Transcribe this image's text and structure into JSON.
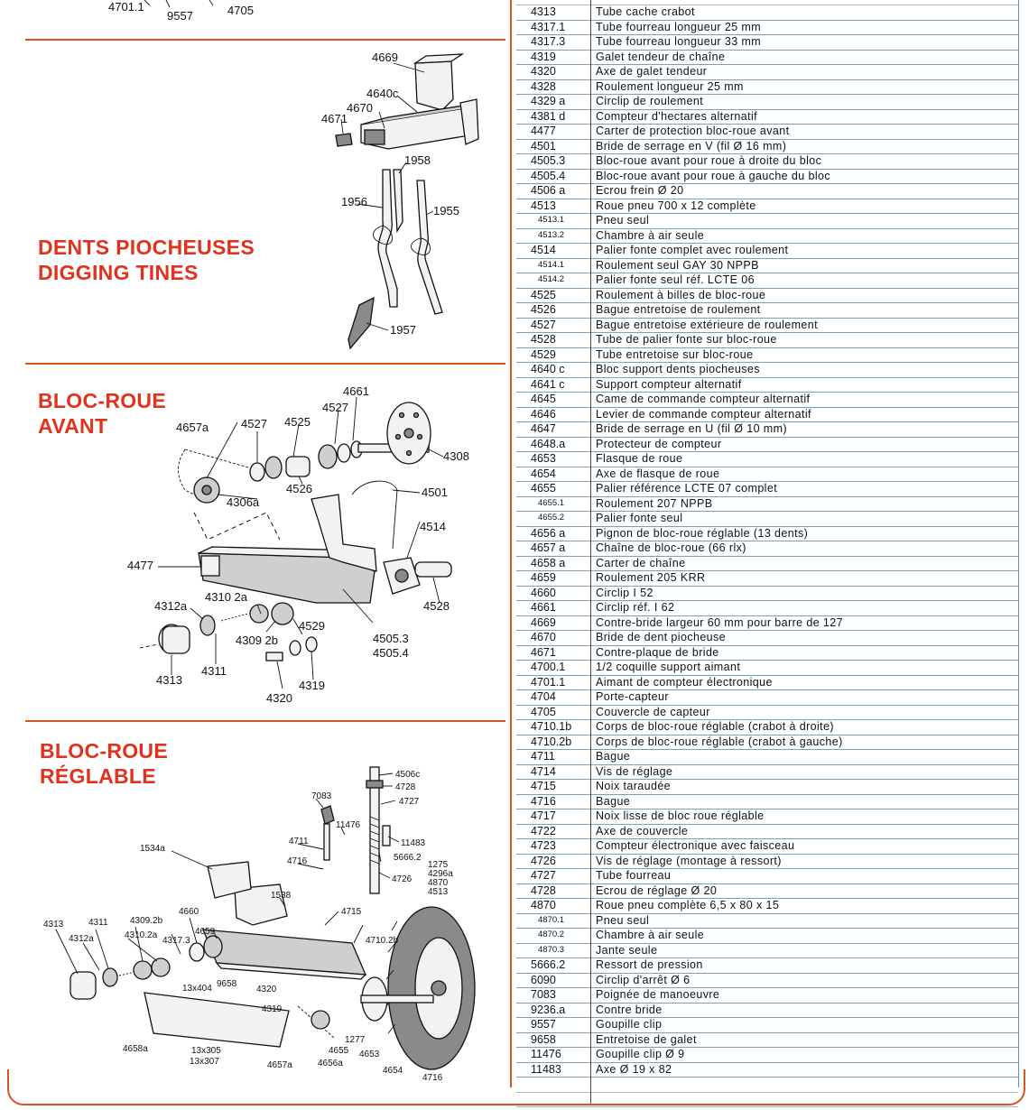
{
  "sections": {
    "dents": {
      "line1": "DENTS PIOCHEUSES",
      "line2": "DIGGING TINES"
    },
    "avant": {
      "line1": "BLOC-ROUE",
      "line2": "AVANT"
    },
    "reglable": {
      "line1": "BLOC-ROUE",
      "line2": "RÉGLABLE"
    }
  },
  "top_fragment_labels": [
    "4701.1",
    "9557",
    "4705"
  ],
  "dents_labels": [
    "4669",
    "4640c",
    "4670",
    "4671",
    "1958",
    "1956",
    "1955",
    "1957"
  ],
  "avant_labels": [
    "4661",
    "4527",
    "4525",
    "4527",
    "4657a",
    "4308",
    "4526",
    "4306a",
    "4501",
    "4514",
    "4477",
    "4310 2a",
    "4312a",
    "4309 2b",
    "4529",
    "4528",
    "4505.3",
    "4505.4",
    "4311",
    "4313",
    "4319",
    "4320"
  ],
  "reglable_labels": [
    "4506c",
    "4728",
    "7083",
    "4727",
    "11476",
    "11483",
    "4711",
    "5666.2",
    "1534a",
    "4716",
    "1275",
    "4296a",
    "4870",
    "4726",
    "4513",
    "1538",
    "4715",
    "4313",
    "4311",
    "4309.2b",
    "4660",
    "4310.2a",
    "4317.3",
    "4312a",
    "4659",
    "4710.2b",
    "9658",
    "13x404",
    "4320",
    "4319",
    "4658a",
    "13x305",
    "13x307",
    "4657a",
    "4655",
    "4656a",
    "1277",
    "4653",
    "4654",
    "4716"
  ],
  "parts_table": [
    {
      "code": "4313",
      "desc": "Tube cache crabot"
    },
    {
      "code": "4317.1",
      "desc": "Tube fourreau longueur 25 mm"
    },
    {
      "code": "4317.3",
      "desc": "Tube fourreau longueur 33 mm"
    },
    {
      "code": "4319",
      "desc": "Galet tendeur de chaîne"
    },
    {
      "code": "4320",
      "desc": "Axe de galet tendeur"
    },
    {
      "code": "4328",
      "desc": "Roulement longueur 25 mm"
    },
    {
      "code": "4329 a",
      "desc": "Circlip de roulement"
    },
    {
      "code": "4381 d",
      "desc": "Compteur d'hectares alternatif"
    },
    {
      "code": "4477",
      "desc": "Carter de protection bloc-roue avant"
    },
    {
      "code": "4501",
      "desc": "Bride de serrage en V (fil Ø 16 mm)"
    },
    {
      "code": "4505.3",
      "desc": "Bloc-roue avant pour roue à droite du bloc"
    },
    {
      "code": "4505.4",
      "desc": "Bloc-roue avant pour roue à gauche du bloc"
    },
    {
      "code": "4506 a",
      "desc": "Ecrou frein Ø 20"
    },
    {
      "code": "4513",
      "desc": "Roue pneu 700 x 12 complète"
    },
    {
      "code": "4513.1",
      "desc": "Pneu seul",
      "small": true
    },
    {
      "code": "4513.2",
      "desc": "Chambre à air seule",
      "small": true
    },
    {
      "code": "4514",
      "desc": "Palier fonte complet avec roulement"
    },
    {
      "code": "4514.1",
      "desc": "Roulement seul GAY 30 NPPB",
      "small": true
    },
    {
      "code": "4514.2",
      "desc": "Palier fonte seul réf. LCTE 06",
      "small": true
    },
    {
      "code": "4525",
      "desc": "Roulement à billes de bloc-roue"
    },
    {
      "code": "4526",
      "desc": "Bague entretoise de roulement"
    },
    {
      "code": "4527",
      "desc": "Bague entretoise extérieure de roulement"
    },
    {
      "code": "4528",
      "desc": "Tube de palier fonte sur bloc-roue"
    },
    {
      "code": "4529",
      "desc": "Tube entretoise sur bloc-roue"
    },
    {
      "code": "4640 c",
      "desc": "Bloc support dents piocheuses"
    },
    {
      "code": "4641 c",
      "desc": "Support compteur alternatif"
    },
    {
      "code": "4645",
      "desc": "Came de commande compteur alternatif"
    },
    {
      "code": "4646",
      "desc": "Levier de commande compteur alternatif"
    },
    {
      "code": "4647",
      "desc": "Bride de serrage en U (fil Ø 10 mm)"
    },
    {
      "code": "4648.a",
      "desc": "Protecteur de compteur"
    },
    {
      "code": "4653",
      "desc": "Flasque de roue"
    },
    {
      "code": "4654",
      "desc": "Axe de flasque de roue"
    },
    {
      "code": "4655",
      "desc": "Palier référence LCTE 07 complet"
    },
    {
      "code": "4655.1",
      "desc": "Roulement 207 NPPB",
      "small": true
    },
    {
      "code": "4655.2",
      "desc": "Palier fonte seul",
      "small": true
    },
    {
      "code": "4656 a",
      "desc": "Pignon de bloc-roue réglable (13 dents)"
    },
    {
      "code": "4657 a",
      "desc": "Chaîne de bloc-roue (66 rlx)"
    },
    {
      "code": "4658 a",
      "desc": "Carter de chaîne"
    },
    {
      "code": "4659",
      "desc": "Roulement 205 KRR"
    },
    {
      "code": "4660",
      "desc": "Circlip I 52"
    },
    {
      "code": "4661",
      "desc": "Circlip réf. I 62"
    },
    {
      "code": "4669",
      "desc": "Contre-bride largeur 60 mm pour barre de 127"
    },
    {
      "code": "4670",
      "desc": "Bride de dent piocheuse"
    },
    {
      "code": "4671",
      "desc": "Contre-plaque de bride"
    },
    {
      "code": "4700.1",
      "desc": "1/2 coquille support aimant"
    },
    {
      "code": "4701.1",
      "desc": "Aimant de compteur électronique"
    },
    {
      "code": "4704",
      "desc": "Porte-capteur"
    },
    {
      "code": "4705",
      "desc": "Couvercle de capteur"
    },
    {
      "code": "4710.1b",
      "desc": "Corps de bloc-roue réglable (crabot à droite)"
    },
    {
      "code": "4710.2b",
      "desc": "Corps de bloc-roue réglable (crabot à gauche)"
    },
    {
      "code": "4711",
      "desc": "Bague"
    },
    {
      "code": "4714",
      "desc": "Vis de réglage"
    },
    {
      "code": "4715",
      "desc": "Noix taraudée"
    },
    {
      "code": "4716",
      "desc": "Bague"
    },
    {
      "code": "4717",
      "desc": "Noix lisse de bloc roue réglable"
    },
    {
      "code": "4722",
      "desc": "Axe de couvercle"
    },
    {
      "code": "4723",
      "desc": "Compteur électronique avec faisceau"
    },
    {
      "code": "4726",
      "desc": "Vis de réglage (montage à ressort)"
    },
    {
      "code": "4727",
      "desc": "Tube fourreau"
    },
    {
      "code": "4728",
      "desc": "Ecrou de réglage Ø 20"
    },
    {
      "code": "4870",
      "desc": "Roue pneu complète 6,5 x 80 x 15"
    },
    {
      "code": "4870.1",
      "desc": "Pneu seul",
      "small": true
    },
    {
      "code": "4870.2",
      "desc": "Chambre à air seule",
      "small": true
    },
    {
      "code": "4870.3",
      "desc": "Jante seule",
      "small": true
    },
    {
      "code": "5666.2",
      "desc": "Ressort de pression"
    },
    {
      "code": "6090",
      "desc": "Circlip d'arrêt Ø 6"
    },
    {
      "code": "7083",
      "desc": "Poignée de manoeuvre"
    },
    {
      "code": "9236.a",
      "desc": "Contre bride"
    },
    {
      "code": "9557",
      "desc": "Goupille clip"
    },
    {
      "code": "9658",
      "desc": "Entretoise de galet"
    },
    {
      "code": "11476",
      "desc": "Goupille clip Ø 9"
    },
    {
      "code": "11483",
      "desc": "Axe Ø 19 x 82"
    }
  ],
  "colors": {
    "accent": "#e0321c",
    "rule": "#d9541e",
    "table_line": "#7aa0c0"
  }
}
